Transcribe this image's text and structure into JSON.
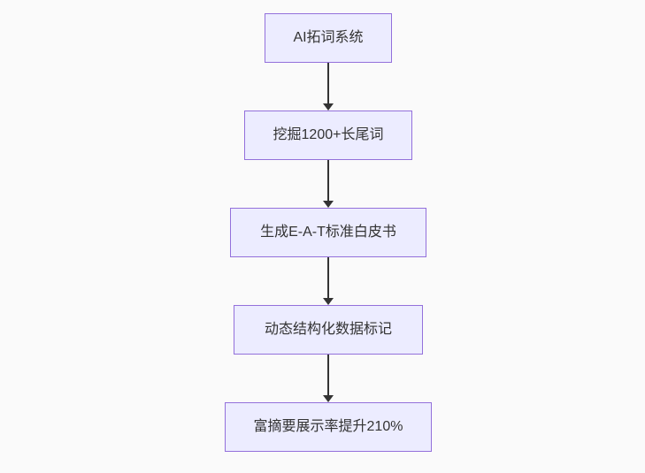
{
  "page": {
    "background": "#fafafa"
  },
  "flowchart": {
    "type": "flowchart",
    "direction": "top-down",
    "nodes": [
      {
        "label": "AI拓词系统"
      },
      {
        "label": "挖掘1200+长尾词"
      },
      {
        "label": "生成E-A-T标准白皮书"
      },
      {
        "label": "动态结构化数据标记"
      },
      {
        "label": "富摘要展示率提升210%"
      }
    ],
    "edges": [
      {
        "from": 0,
        "to": 1,
        "style": "arrow-down"
      },
      {
        "from": 1,
        "to": 2,
        "style": "arrow-down"
      },
      {
        "from": 2,
        "to": 3,
        "style": "arrow-down"
      },
      {
        "from": 3,
        "to": 4,
        "style": "arrow-down"
      }
    ],
    "colors": {
      "background": "#fafafa",
      "node_fill": "#ECECFF",
      "node_border": "#9370DB",
      "node_text": "#333333",
      "edge": "#333333"
    }
  }
}
